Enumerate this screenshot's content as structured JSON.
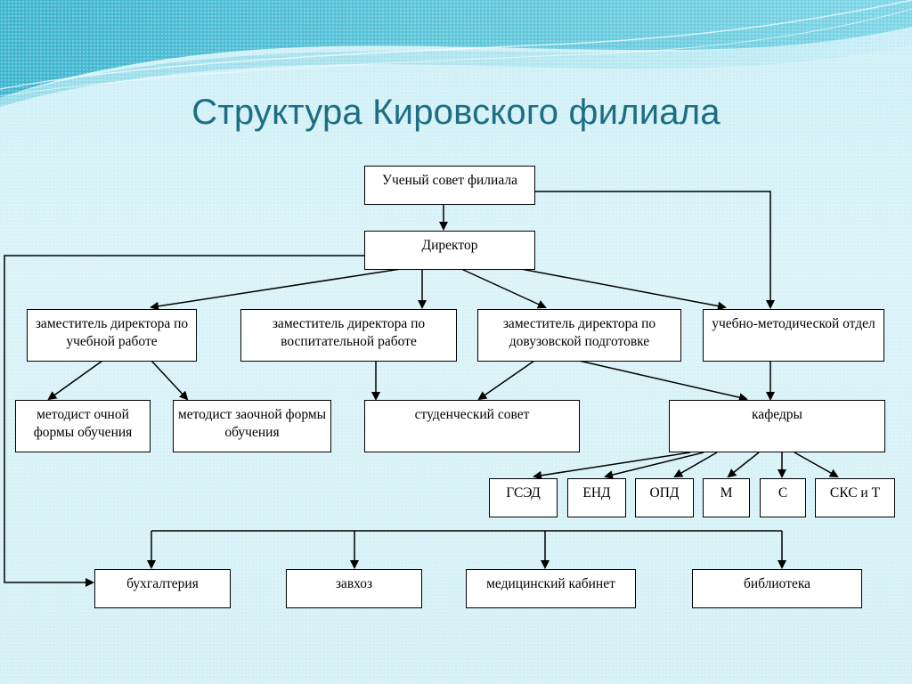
{
  "title": "Структура Кировского  филиала",
  "nodes": {
    "council": "Ученый совет филиала",
    "director": "Директор",
    "dep_academic": "заместитель директора по учебной работе",
    "dep_educational": "заместитель директора по воспитательной  работе",
    "dep_preuniversity": "заместитель директора по довузовской подготовке",
    "methodical_dept": "учебно-методической отдел",
    "methodist_fulltime": "методист очной формы обучения",
    "methodist_parttime": "методист заочной формы обучения",
    "student_council": "студенческий совет",
    "chairs": "кафедры",
    "chair_gsed": "ГСЭД",
    "chair_end": "ЕНД",
    "chair_opd": "ОПД",
    "chair_m": "М",
    "chair_s": "С",
    "chair_sks": "СКС и Т",
    "accounting": "бухгалтерия",
    "supply": "завхоз",
    "medical": "медицинский кабинет",
    "library": "библиотека"
  },
  "colors": {
    "title": "#1d6e84",
    "background": "#d4f0f6",
    "wave_dark": "#5fc3d6",
    "wave_light": "#9adbe8"
  }
}
